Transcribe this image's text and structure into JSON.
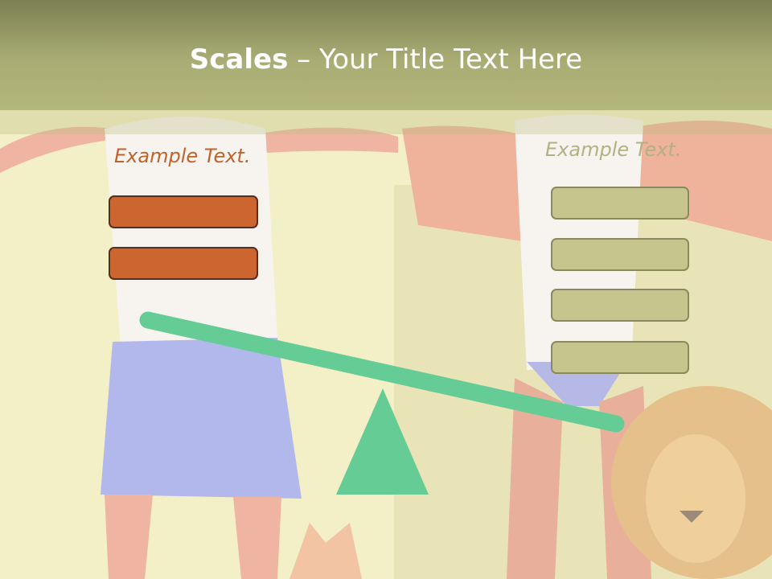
{
  "slide": {
    "title_bold": "Scales",
    "title_rest": " – Your Title Text Here"
  },
  "left": {
    "label": "Example Text.",
    "boxes": 2,
    "box_color": "#cd6531"
  },
  "right": {
    "label": "Example Text.",
    "boxes": 4,
    "box_color": "#c7c58e"
  },
  "scale": {
    "color": "#66cc96",
    "heavier_side": "right"
  },
  "background": {
    "theme": "cartoon strongmen and lion illustration",
    "base_color": "#f3efc7"
  }
}
